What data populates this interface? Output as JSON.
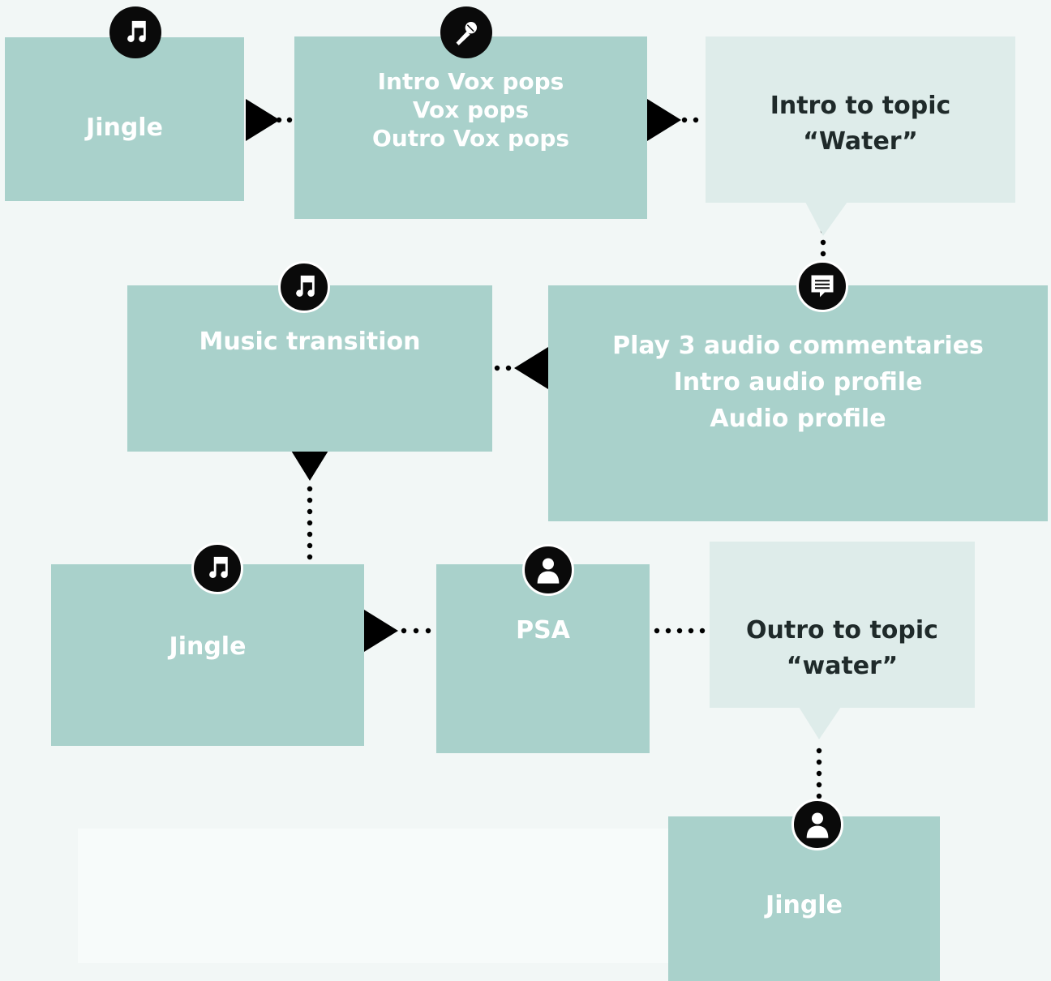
{
  "diagram": {
    "nodes": [
      {
        "id": "jingle-1",
        "lines": [
          "Jingle"
        ],
        "icon": "music-note-icon"
      },
      {
        "id": "vox-pops",
        "lines": [
          "Intro Vox pops",
          "Vox pops",
          "Outro Vox pops"
        ],
        "icon": "microphone-icon"
      },
      {
        "id": "intro-topic",
        "lines": [
          "Intro to topic",
          "“Water”"
        ],
        "icon": ""
      },
      {
        "id": "commentaries",
        "lines": [
          "Play 3 audio commentaries",
          "Intro audio profile",
          "Audio profile"
        ],
        "icon": "comment-icon"
      },
      {
        "id": "music-transition",
        "lines": [
          "Music transition"
        ],
        "icon": "music-note-icon"
      },
      {
        "id": "jingle-2",
        "lines": [
          "Jingle"
        ],
        "icon": "music-note-icon"
      },
      {
        "id": "psa",
        "lines": [
          "PSA"
        ],
        "icon": "person-icon"
      },
      {
        "id": "outro-topic",
        "lines": [
          "Outro to topic",
          "“water”"
        ],
        "icon": ""
      },
      {
        "id": "jingle-3",
        "lines": [
          "Jingle"
        ],
        "icon": "person-icon"
      }
    ]
  },
  "colors": {
    "node_fill": "#a9d1cb",
    "callout_fill": "#deecea",
    "node_text": "#ffffff",
    "callout_text": "#1f2a2a",
    "connector": "#000000",
    "background": "#f2f7f6"
  }
}
